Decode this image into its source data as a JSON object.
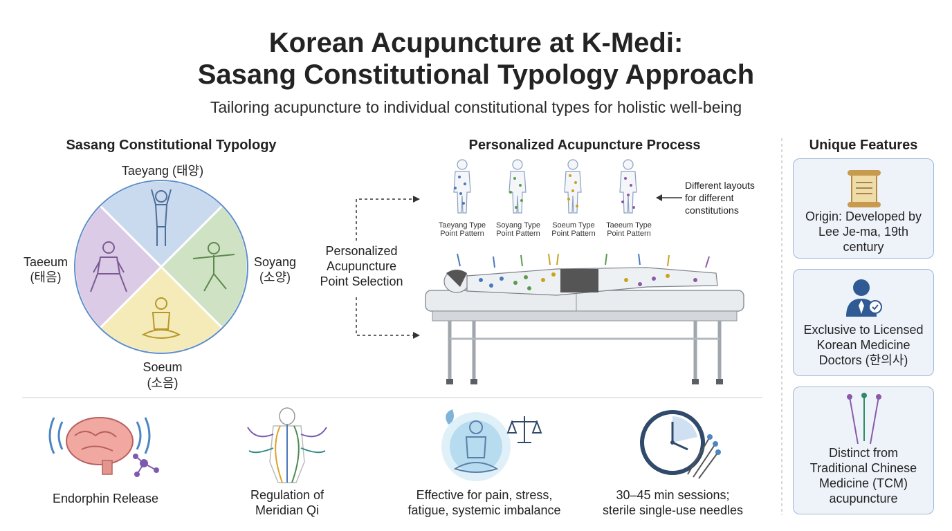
{
  "header": {
    "title_line1": "Korean Acupuncture at K-Medi:",
    "title_line2": "Sasang Constitutional Typology Approach",
    "subtitle": "Tailoring acupuncture to individual constitutional types for holistic well-being"
  },
  "typology": {
    "heading": "Sasang Constitutional Typology",
    "types": {
      "taeyang": "Taeyang (태양)",
      "soyang_1": "Soyang",
      "soyang_2": "(소양)",
      "taeeum_1": "Taeeum",
      "taeeum_2": "(태음)",
      "soeum_1": "Soeum",
      "soeum_2": "(소음)"
    },
    "colors": {
      "taeyang": "#c9d9ee",
      "soyang": "#cfe3c4",
      "soeum": "#f5ebb8",
      "taeeum": "#dccbe6"
    }
  },
  "process": {
    "heading": "Personalized Acupuncture Process",
    "selection_1": "Personalized",
    "selection_2": "Acupuncture",
    "selection_3": "Point Selection",
    "layouts_note_1": "Different layouts",
    "layouts_note_2": "for different",
    "layouts_note_3": "constitutions",
    "patterns": [
      {
        "line1": "Taeyang Type",
        "line2": "Point Pattern",
        "color": "#4a78b8"
      },
      {
        "line1": "Soyang Type",
        "line2": "Point Pattern",
        "color": "#5a9a4e"
      },
      {
        "line1": "Soeum Type",
        "line2": "Point Pattern",
        "color": "#c9a21e"
      },
      {
        "line1": "Taeeum Type",
        "line2": "Point Pattern",
        "color": "#8a5aa8"
      }
    ]
  },
  "unique": {
    "heading": "Unique Features",
    "origin_1": "Origin: Developed by",
    "origin_2": "Lee Je-ma, 19th",
    "origin_3": "century",
    "exclusive_1": "Exclusive to Licensed",
    "exclusive_2": "Korean Medicine",
    "exclusive_3": "Doctors (한의사)",
    "distinct_1": "Distinct from",
    "distinct_2": "Traditional Chinese",
    "distinct_3": "Medicine (TCM)",
    "distinct_4": "acupuncture"
  },
  "benefits": {
    "endorphin": "Endorphin Release",
    "qi_1": "Regulation of",
    "qi_2": "Meridian Qi",
    "effective_1": "Effective for pain, stress,",
    "effective_2": "fatigue, systemic imbalance",
    "sessions_1": "30–45 min sessions;",
    "sessions_2": "sterile single-use needles"
  }
}
